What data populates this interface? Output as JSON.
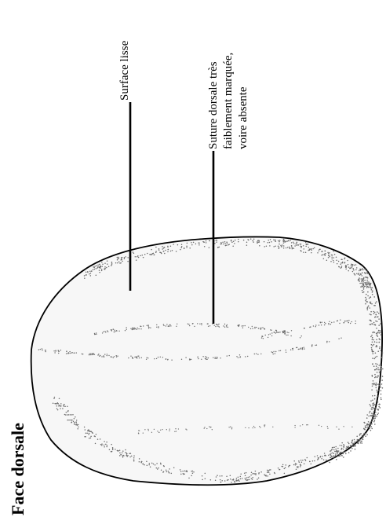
{
  "figure": {
    "title": "Face dorsale",
    "labels": {
      "surface": "Surface lisse",
      "suture_line1": "Suture dorsale très",
      "suture_line2": "faiblement marquée,",
      "suture_line3": "voire absente"
    }
  },
  "colors": {
    "ink": "#000000",
    "seed_fill": "#f7f7f7",
    "stipple": "#6b6b6b"
  }
}
